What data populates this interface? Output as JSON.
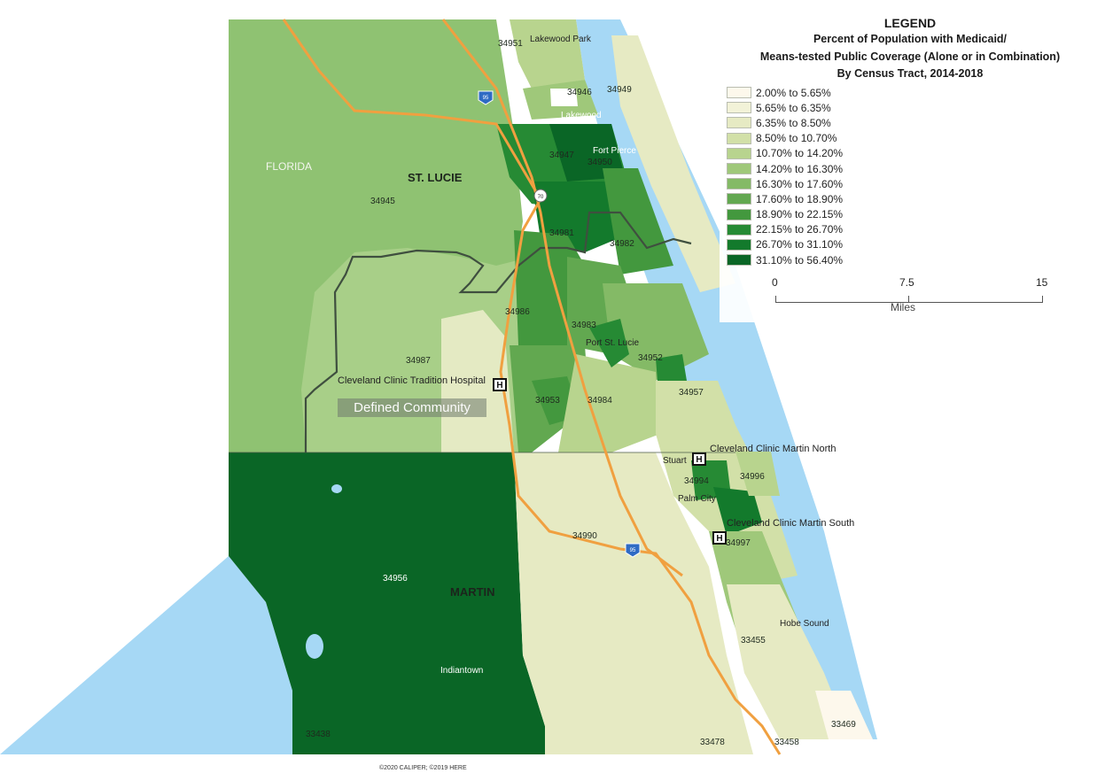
{
  "legend": {
    "heading": "LEGEND",
    "title_line1": "Percent of Population with Medicaid/",
    "title_line2": "Means-tested Public Coverage (Alone or in Combination)",
    "title_line3": "By Census Tract, 2014-2018",
    "classes": [
      {
        "label": "2.00% to 5.65%",
        "color": "#fdf8ec"
      },
      {
        "label": "5.65% to 6.35%",
        "color": "#f2f2d8"
      },
      {
        "label": "6.35% to 8.50%",
        "color": "#e6eac3"
      },
      {
        "label": "8.50% to 10.70%",
        "color": "#d2e0a8"
      },
      {
        "label": "10.70% to 14.20%",
        "color": "#b8d48e"
      },
      {
        "label": "14.20% to 16.30%",
        "color": "#9fc87a"
      },
      {
        "label": "16.30% to 17.60%",
        "color": "#84ba66"
      },
      {
        "label": "17.60% to 18.90%",
        "color": "#62a850"
      },
      {
        "label": "18.90% to 22.15%",
        "color": "#43983e"
      },
      {
        "label": "22.15% to 26.70%",
        "color": "#268a34"
      },
      {
        "label": "26.70% to 31.10%",
        "color": "#137a2c"
      },
      {
        "label": "31.10% to 56.40%",
        "color": "#0a6626"
      }
    ],
    "scale": {
      "zero": "0",
      "mid": "7.5",
      "max": "15",
      "units": "Miles"
    }
  },
  "map": {
    "state_label": "FLORIDA",
    "counties": {
      "north": "ST. LUCIE",
      "south": "MARTIN"
    },
    "defined_community": "Defined Community",
    "hospitals": [
      {
        "name": "Cleveland Clinic Tradition Hospital"
      },
      {
        "name": "Cleveland Clinic Martin North"
      },
      {
        "name": "Cleveland Clinic Martin South"
      }
    ],
    "hospital_symbol": "H",
    "places": {
      "lakewood_park": "Lakewood Park",
      "lakewood": "Lakewood",
      "fort_pierce": "Fort Pierce",
      "port_st_lucie": "Port St. Lucie",
      "stuart": "Stuart",
      "palm_city": "Palm City",
      "hobe_sound": "Hobe Sound",
      "indiantown": "Indiantown"
    },
    "zips": {
      "z34951": "34951",
      "z34946": "34946",
      "z34949": "34949",
      "z34947": "34947",
      "z34950": "34950",
      "z34945": "34945",
      "z34981": "34981",
      "z34982": "34982",
      "z34986": "34986",
      "z34983": "34983",
      "z34987": "34987",
      "z34952": "34952",
      "z34957": "34957",
      "z34953": "34953",
      "z34984": "34984",
      "z34994": "34994",
      "z34996": "34996",
      "z34997": "34997",
      "z34990": "34990",
      "z34956": "34956",
      "z33455": "33455",
      "z33469": "33469",
      "z33438": "33438",
      "z33478": "33478",
      "z33458": "33458"
    },
    "highway_shields": {
      "i95": "95",
      "sr70": "70"
    },
    "colors": {
      "water": "#a6d8f5",
      "highway": "#f0a040",
      "boundary": "#4a5a4a"
    }
  },
  "credit": "©2020 CALIPER; ©2019 HERE"
}
